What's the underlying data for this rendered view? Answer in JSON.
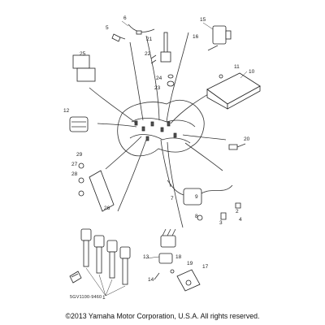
{
  "part_labels": [
    "1",
    "2",
    "3",
    "4",
    "5",
    "6",
    "7",
    "8",
    "9",
    "10",
    "11",
    "12",
    "13",
    "14",
    "15",
    "16",
    "17",
    "18",
    "19",
    "20",
    "21",
    "22",
    "23",
    "24",
    "25",
    "26",
    "27",
    "28",
    "29"
  ],
  "diagram_code": "5GV1100-9460",
  "copyright": "©2013 Yamaha Motor Corporation, U.S.A. All rights reserved."
}
